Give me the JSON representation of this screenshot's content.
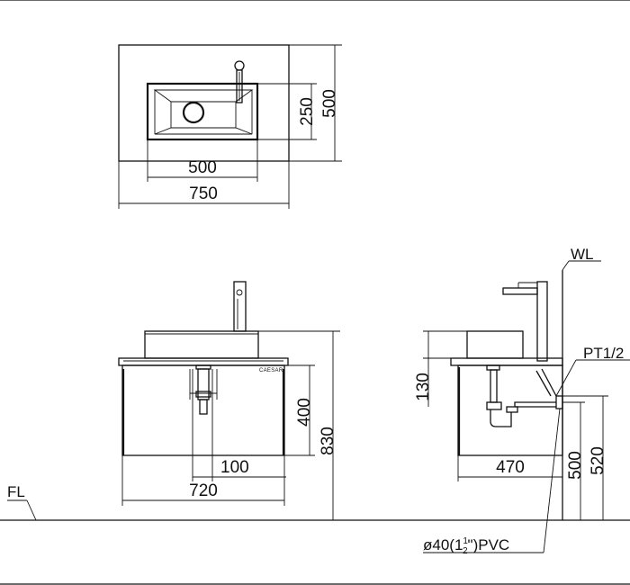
{
  "top_view": {
    "width_basin": "500",
    "width_total": "750",
    "depth_basin": "250",
    "depth_total": "500"
  },
  "front_view": {
    "brand": "CAESAR",
    "height_cabinet": "400",
    "height_total": "830",
    "drain_offset": "100",
    "width_cabinet": "720"
  },
  "side_view": {
    "wall_label": "WL",
    "height_basin": "130",
    "depth_cabinet": "470",
    "height_drain": "500",
    "height_supply": "520",
    "supply_thread_main": "PT1/2",
    "pipe_prefix": "ø40(1",
    "pipe_frac_num": "1",
    "pipe_frac_den": "2",
    "pipe_suffix": "\")PVC"
  },
  "floor_label": "FL"
}
